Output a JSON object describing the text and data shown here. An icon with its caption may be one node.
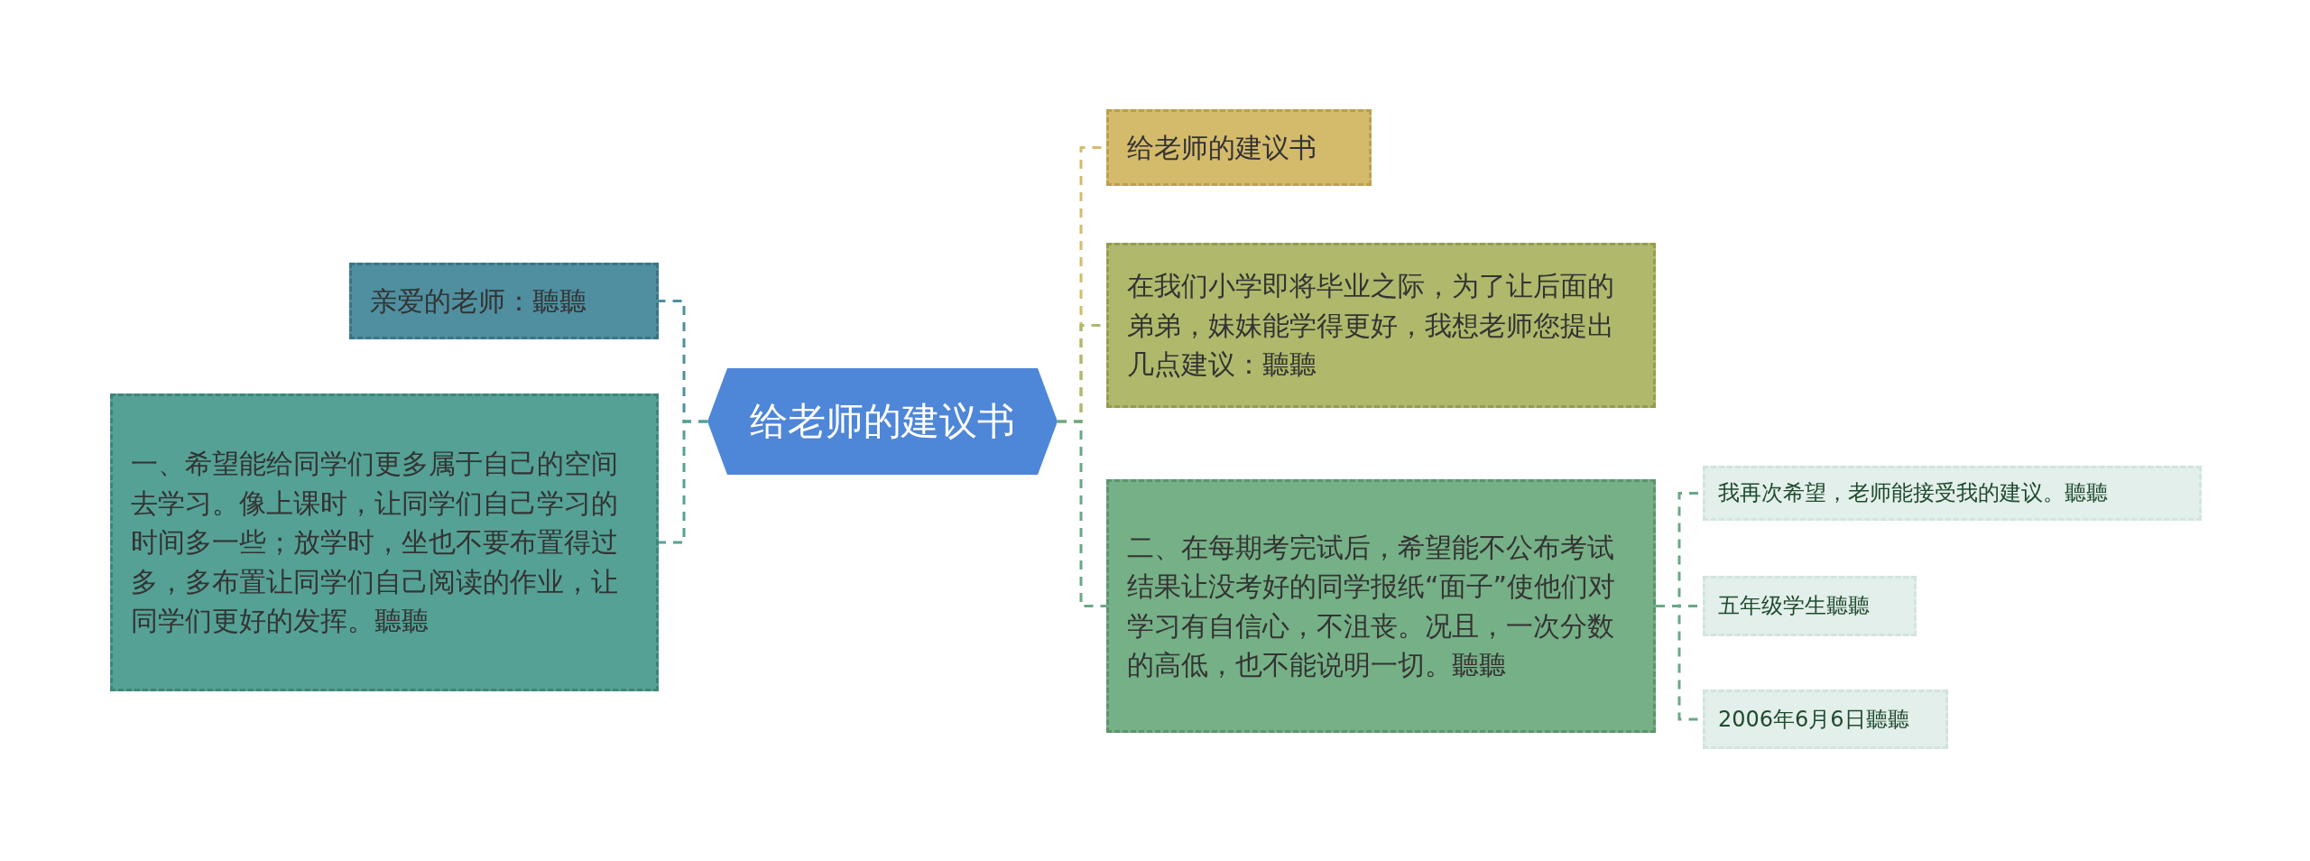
{
  "diagram": {
    "nodes": [
      {
        "text": [
          "给老师的建议书"
        ]
      },
      {
        "text": [
          "亲爱的老师：聽聽"
        ]
      },
      {
        "text": [
          "一、希望能给同学们更多属于自己的空间去学习。像上课时，让同学们自己学习的时间多一些；放学时，坐也不要布置得过多，多布置让同学们自己阅读的作业，让同学们更好的发挥。聽聽"
        ]
      },
      {
        "text": [
          "给老师的建议书"
        ]
      },
      {
        "text": [
          "在我们小学即将毕业之际，为了让后面的弟弟，妹妹能学得更好，我想老师您提出几点建议：聽聽"
        ]
      },
      {
        "text": [
          "二、在每期考完试后，希望能不公布考试结果让没考好的同学报纸“面子”使他们对学习有自信心，不沮丧。况且，一次分数的高低，也不能说明一切。聽聽"
        ]
      },
      {
        "text": [
          "我再次希望，老师能接受我的建议。聽聽"
        ]
      },
      {
        "text": [
          "五年级学生聽聽"
        ]
      },
      {
        "text": [
          "2006年6月6日聽聽"
        ]
      }
    ],
    "edges": [
      {
        "from": 0,
        "to": 1,
        "arrow": "none",
        "style": "dashed",
        "color": "#4f8fa0"
      },
      {
        "from": 0,
        "to": 2,
        "arrow": "none",
        "style": "dashed",
        "color": "#55a195"
      },
      {
        "from": 0,
        "to": 3,
        "arrow": "none",
        "style": "dashed",
        "color": "#d4bb6c"
      },
      {
        "from": 0,
        "to": 4,
        "arrow": "none",
        "style": "dashed",
        "color": "#b0b86c"
      },
      {
        "from": 0,
        "to": 5,
        "arrow": "none",
        "style": "dashed"
      },
      {
        "from": 5,
        "to": 6,
        "arrow": "none",
        "style": "dashed"
      },
      {
        "from": 5,
        "to": 7,
        "arrow": "none",
        "style": "dashed"
      },
      {
        "from": 5,
        "to": 8,
        "arrow": "none",
        "style": "dashed"
      }
    ]
  }
}
